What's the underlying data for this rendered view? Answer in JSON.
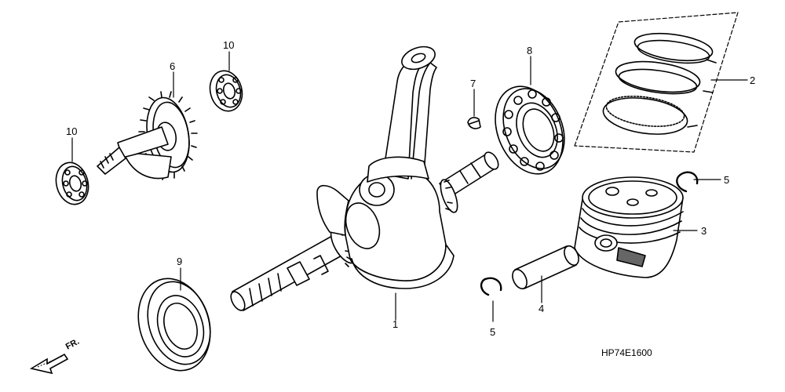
{
  "diagram": {
    "callouts": [
      {
        "id": "c1",
        "label": "1"
      },
      {
        "id": "c2",
        "label": "2"
      },
      {
        "id": "c3",
        "label": "3"
      },
      {
        "id": "c4",
        "label": "4"
      },
      {
        "id": "c5a",
        "label": "5"
      },
      {
        "id": "c5b",
        "label": "5"
      },
      {
        "id": "c6",
        "label": "6"
      },
      {
        "id": "c7",
        "label": "7"
      },
      {
        "id": "c8",
        "label": "8"
      },
      {
        "id": "c9",
        "label": "9"
      },
      {
        "id": "c10a",
        "label": "10"
      },
      {
        "id": "c10b",
        "label": "10"
      }
    ],
    "front_marker": "FR.",
    "diagram_code": "HP74E1600"
  }
}
